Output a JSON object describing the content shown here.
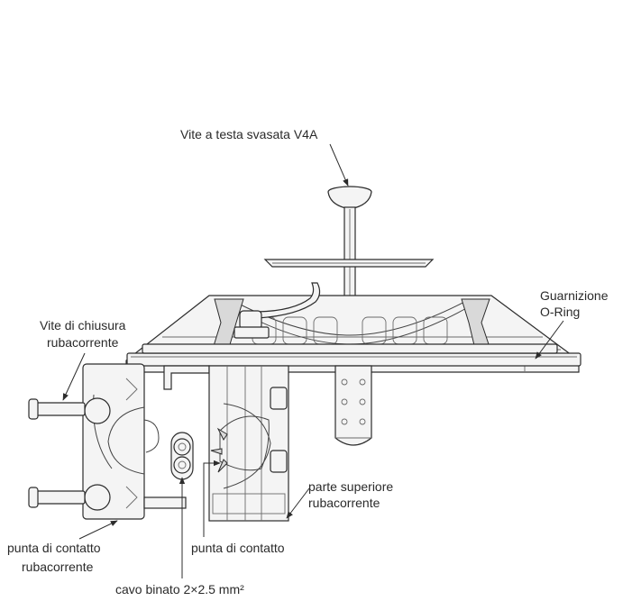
{
  "labels": {
    "countersunk_screw": "Vite a testa svasata V4A",
    "gasket_line1": "Guarnizione",
    "gasket_line2": "O-Ring",
    "closing_screw_line1": "Vite di chiusura",
    "closing_screw_line2": "rubacorrente",
    "upper_part_line1": "parte superiore",
    "upper_part_line2": "rubacorrente",
    "contact_tip_line1": "punta di contatto",
    "contact_tip_line2": "rubacorrente",
    "contact_point": "punta di contatto",
    "twin_cable": "cavo binato 2×2.5 mm²"
  }
}
